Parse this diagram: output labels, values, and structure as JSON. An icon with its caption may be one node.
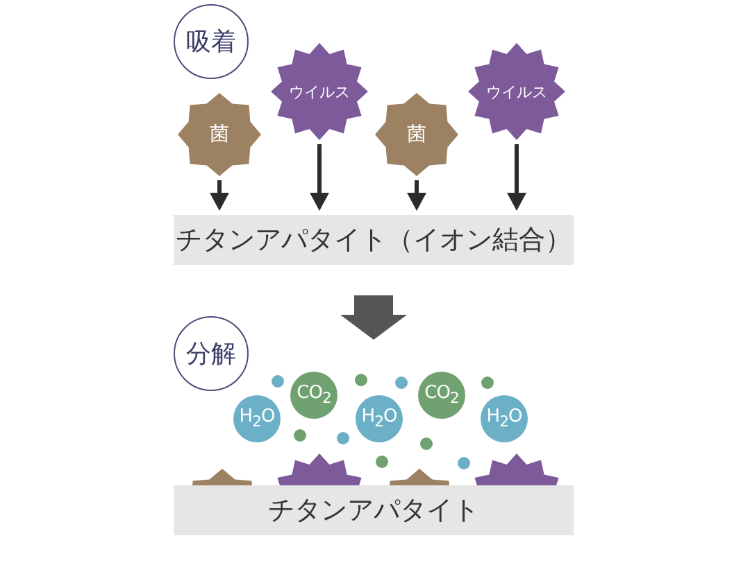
{
  "diagram": {
    "nodes": [
      {
        "text": [
          "吸着"
        ]
      },
      {
        "text": [
          "菌"
        ]
      },
      {
        "text": [
          "ウイルス"
        ]
      },
      {
        "text": [
          "菌"
        ]
      },
      {
        "text": [
          "ウイルス"
        ]
      },
      {
        "text": [
          "チタンアパタイト（イオン結合）"
        ]
      },
      {
        "text": [
          "分解"
        ]
      },
      {
        "text": [
          "H$_{2}$O"
        ]
      },
      {
        "text": [
          "CO$_{2}$"
        ]
      },
      {
        "text": [
          "H$_{2}$O"
        ]
      },
      {
        "text": [
          "CO$_{2}$"
        ]
      },
      {
        "text": [
          "H$_{2}$O"
        ]
      },
      {
        "text": [],
        "shape": "star"
      },
      {
        "text": [],
        "shape": "star"
      },
      {
        "text": [],
        "shape": "star"
      },
      {
        "text": [],
        "shape": "star"
      },
      {
        "text": [
          "チタンアパタイト"
        ]
      }
    ],
    "edges": [
      {
        "from": 1,
        "to": 5,
        "arrow": "to"
      },
      {
        "from": 2,
        "to": 5,
        "arrow": "to"
      },
      {
        "from": 3,
        "to": 5,
        "arrow": "to"
      },
      {
        "from": 4,
        "to": 5,
        "arrow": "to"
      }
    ]
  }
}
